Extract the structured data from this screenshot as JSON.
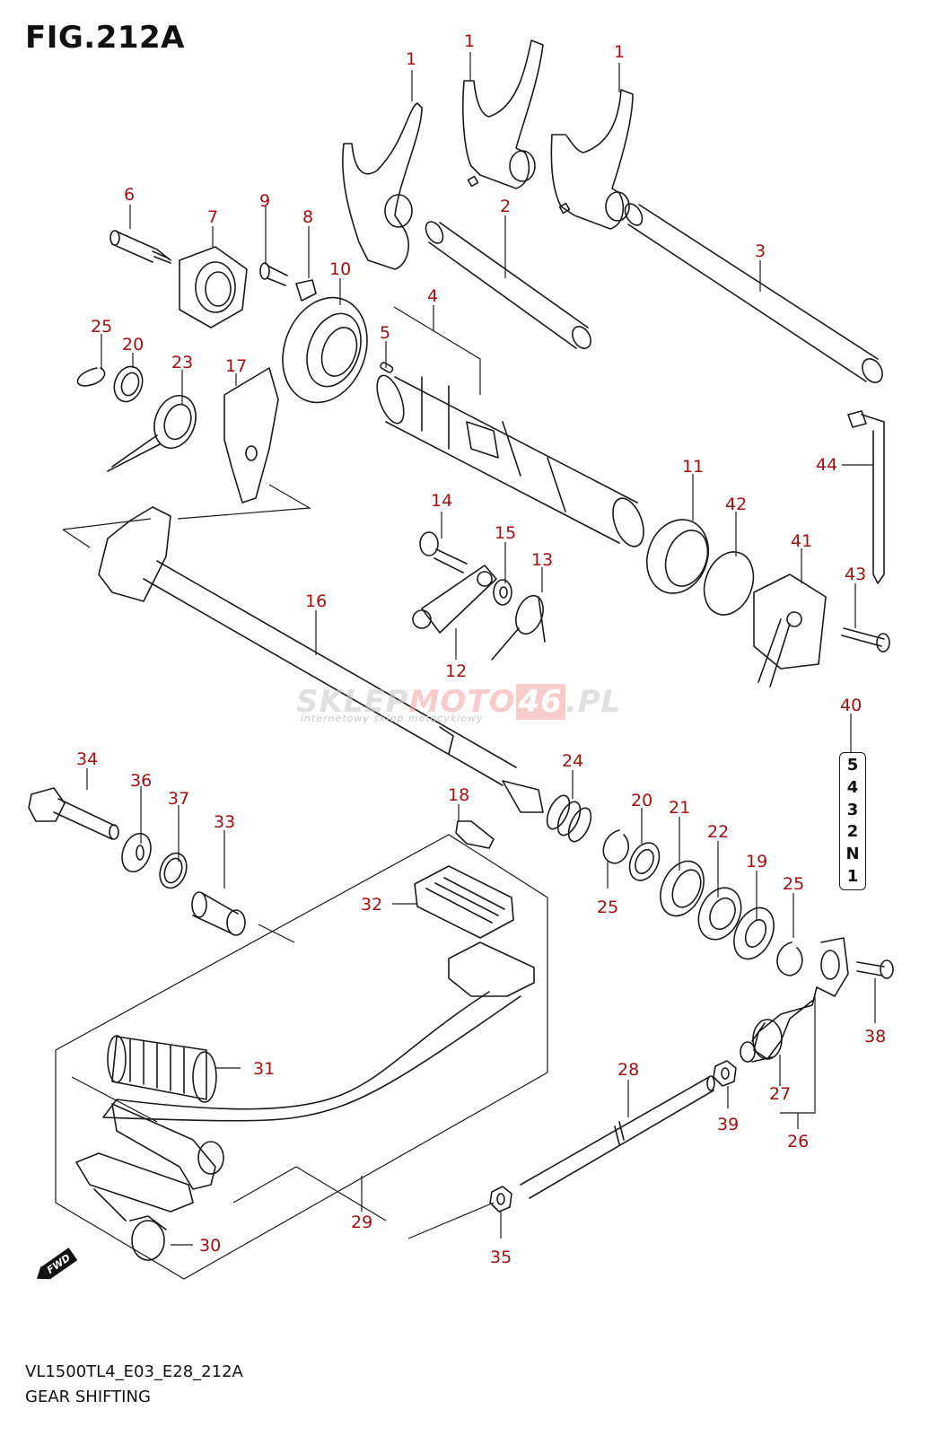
{
  "figure": {
    "title": "FIG.212A",
    "code": "VL1500TL4_E03_E28_212A",
    "name": "GEAR SHIFTING"
  },
  "watermark": {
    "part1": "SKLEP",
    "part2": "MOTO",
    "part3": "46",
    "part4": ".PL",
    "subtitle": "internetowy sklep motocyklowy"
  },
  "gear_indicator": {
    "callout": "40",
    "positions": [
      "5",
      "4",
      "3",
      "2",
      "N",
      "1"
    ]
  },
  "fwd_label": "FWD",
  "colors": {
    "callout": "#a01010",
    "line": "#1a1a1a"
  },
  "callouts": [
    {
      "id": "c1a",
      "label": "1",
      "part": "shift-fork-left"
    },
    {
      "id": "c1b",
      "label": "1",
      "part": "shift-fork-center"
    },
    {
      "id": "c1c",
      "label": "1",
      "part": "shift-fork-right"
    },
    {
      "id": "c2",
      "label": "2",
      "part": "fork-shaft-short"
    },
    {
      "id": "c3",
      "label": "3",
      "part": "fork-shaft-long"
    },
    {
      "id": "c4",
      "label": "4",
      "part": "gearshift-cam"
    },
    {
      "id": "c5",
      "label": "5",
      "part": "pin"
    },
    {
      "id": "c6",
      "label": "6",
      "part": "stopper-bolt"
    },
    {
      "id": "c7",
      "label": "7",
      "part": "cam-stopper-plate"
    },
    {
      "id": "c8",
      "label": "8",
      "part": "washer-plate"
    },
    {
      "id": "c9",
      "label": "9",
      "part": "screw"
    },
    {
      "id": "c10",
      "label": "10",
      "part": "bearing-left"
    },
    {
      "id": "c11",
      "label": "11",
      "part": "bearing-right"
    },
    {
      "id": "c12",
      "label": "12",
      "part": "stopper-arm"
    },
    {
      "id": "c13",
      "label": "13",
      "part": "stopper-spring"
    },
    {
      "id": "c14",
      "label": "14",
      "part": "stopper-bolt-2"
    },
    {
      "id": "c15",
      "label": "15",
      "part": "washer-small"
    },
    {
      "id": "c16",
      "label": "16",
      "part": "gearshift-shaft"
    },
    {
      "id": "c17",
      "label": "17",
      "part": "pawl-plate"
    },
    {
      "id": "c18",
      "label": "18",
      "part": "stud-bolt"
    },
    {
      "id": "c19",
      "label": "19",
      "part": "washer-19"
    },
    {
      "id": "c20a",
      "label": "20",
      "part": "washer-20-top"
    },
    {
      "id": "c20b",
      "label": "20",
      "part": "washer-20-bottom"
    },
    {
      "id": "c21",
      "label": "21",
      "part": "needle-bearing"
    },
    {
      "id": "c22",
      "label": "22",
      "part": "oil-seal"
    },
    {
      "id": "c23",
      "label": "23",
      "part": "return-spring"
    },
    {
      "id": "c24",
      "label": "24",
      "part": "spring"
    },
    {
      "id": "c25a",
      "label": "25",
      "part": "circlip-top"
    },
    {
      "id": "c25b",
      "label": "25",
      "part": "circlip-mid"
    },
    {
      "id": "c25c",
      "label": "25",
      "part": "circlip-right"
    },
    {
      "id": "c26",
      "label": "26",
      "part": "shift-arm-assy"
    },
    {
      "id": "c27",
      "label": "27",
      "part": "joint-end"
    },
    {
      "id": "c28",
      "label": "28",
      "part": "shift-rod"
    },
    {
      "id": "c29",
      "label": "29",
      "part": "shift-lever"
    },
    {
      "id": "c30",
      "label": "30",
      "part": "lever-joint"
    },
    {
      "id": "c31",
      "label": "31",
      "part": "rubber-peg"
    },
    {
      "id": "c32",
      "label": "32",
      "part": "shift-pad"
    },
    {
      "id": "c33",
      "label": "33",
      "part": "spacer"
    },
    {
      "id": "c34",
      "label": "34",
      "part": "pivot-bolt"
    },
    {
      "id": "c35",
      "label": "35",
      "part": "nut-35"
    },
    {
      "id": "c36",
      "label": "36",
      "part": "washer-36"
    },
    {
      "id": "c37",
      "label": "37",
      "part": "wave-washer"
    },
    {
      "id": "c38",
      "label": "38",
      "part": "arm-bolt"
    },
    {
      "id": "c39",
      "label": "39",
      "part": "nut-39"
    },
    {
      "id": "c41",
      "label": "41",
      "part": "gear-position-switch"
    },
    {
      "id": "c42",
      "label": "42",
      "part": "o-ring"
    },
    {
      "id": "c43",
      "label": "43",
      "part": "switch-bolt"
    },
    {
      "id": "c44",
      "label": "44",
      "part": "lead-wire"
    }
  ]
}
